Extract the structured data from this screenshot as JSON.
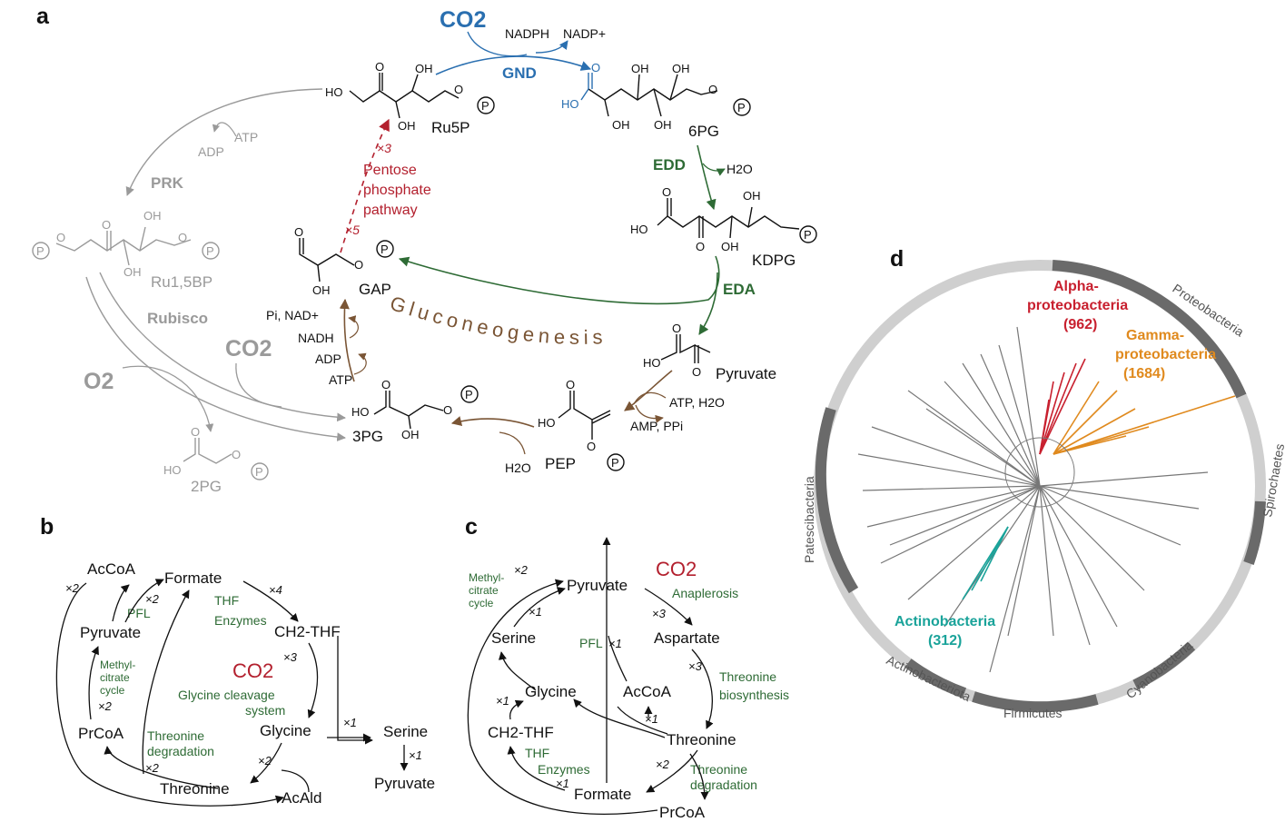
{
  "panels": {
    "a": "a",
    "b": "b",
    "c": "c",
    "d": "d"
  },
  "colors": {
    "blue": "#2a6fb0",
    "green": "#2e6b35",
    "brown": "#7a5535",
    "red": "#b3202e",
    "gray": "#9a9a9a",
    "teal": "#1aa39a",
    "orange": "#e08a1e",
    "alpha": "#c8202f"
  },
  "a": {
    "co2_top": "CO2",
    "nadph": "NADPH",
    "nadp": "NADP+",
    "gnd": "GND",
    "ru5p": "Ru5P",
    "p6g": "6PG",
    "edd": "EDD",
    "h2o": "H2O",
    "kdpg": "KDPG",
    "eda": "EDA",
    "x3": "×3",
    "ppp1": "Pentose",
    "ppp2": "phosphate",
    "ppp3": "pathway",
    "x5": "×5",
    "gap": "GAP",
    "gluco": "Gluconeogenesis",
    "pyruvate": "Pyruvate",
    "pi_nad": "Pi, NAD+",
    "nadh": "NADH",
    "adp": "ADP",
    "atp": "ATP",
    "atp_h2o": "ATP, H2O",
    "amp_ppi": "AMP, PPi",
    "pep": "PEP",
    "h2o_b": "H2O",
    "pg3": "3PG",
    "atp_l": "ATP",
    "adp_l": "ADP",
    "prk": "PRK",
    "ru15bp": "Ru1,5BP",
    "rubisco": "Rubisco",
    "co2_l": "CO2",
    "o2": "O2",
    "pg2": "2PG",
    "ho": "HO",
    "o": "O",
    "oh": "OH",
    "p": "P"
  },
  "b": {
    "accoa": "AcCoA",
    "formate": "Formate",
    "x2a": "×2",
    "x2b": "×2",
    "pfl": "PFL",
    "pyruvate": "Pyruvate",
    "thf1": "THF",
    "thf2": "Enzymes",
    "x4": "×4",
    "ch2thf": "CH2-THF",
    "x3": "×3",
    "co2": "CO2",
    "gcs1": "Glycine cleavage",
    "gcs2": "system",
    "glycine": "Glycine",
    "mc1": "Methyl-",
    "mc2": "citrate",
    "mc3": "cycle",
    "x2c": "×2",
    "prcoa": "PrCoA",
    "td1": "Threonine",
    "td2": "degradation",
    "x2d": "×2",
    "threonine": "Threonine",
    "x2e": "×2",
    "acald": "AcAld",
    "x1a": "×1",
    "serine": "Serine",
    "x1b": "×1",
    "pyruvate2": "Pyruvate"
  },
  "c": {
    "mc1": "Methyl-",
    "mc2": "citrate",
    "mc3": "cycle",
    "x2a": "×2",
    "pyruvate": "Pyruvate",
    "co2": "CO2",
    "anap": "Anaplerosis",
    "x1a": "×1",
    "serine": "Serine",
    "x3a": "×3",
    "aspartate": "Aspartate",
    "pfl": "PFL",
    "x1b": "×1",
    "x3b": "×3",
    "tb1": "Threonine",
    "tb2": "biosynthesis",
    "x1c": "×1",
    "glycine": "Glycine",
    "accoa": "AcCoA",
    "x1d": "×1",
    "threonine": "Threonine",
    "ch2thf": "CH2-THF",
    "thf1": "THF",
    "thf2": "Enzymes",
    "x2b": "×2",
    "td1": "Threonine",
    "td2": "degradation",
    "x1e": "×1",
    "formate": "Formate",
    "prcoa": "PrCoA"
  },
  "d": {
    "proteo": "Proteobacteria",
    "alpha1": "Alpha-",
    "alpha2": "proteobacteria",
    "alpha3": "(962)",
    "gamma1": "Gamma-",
    "gamma2": "proteobacteria",
    "gamma3": "(1684)",
    "spiro": "Spirochaetes",
    "cyano": "Cyanobacteria",
    "firm": "Firmicutes",
    "actinota": "Actinobacteriota",
    "actino1": "Actinobacteria",
    "actino2": "(312)",
    "patesci": "Patescibacteria"
  }
}
